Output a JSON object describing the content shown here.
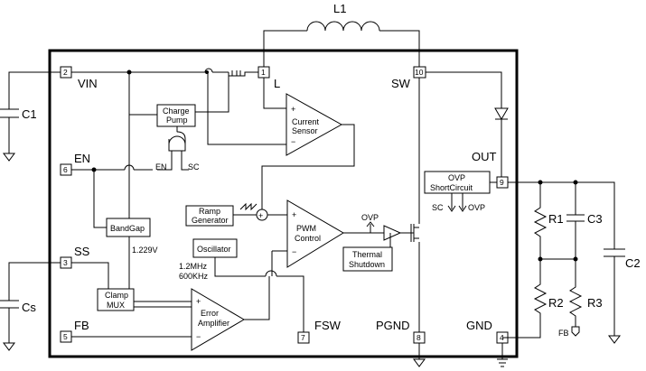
{
  "components": {
    "inductor": "L1",
    "c_in": "C1",
    "c_ss": "Cs",
    "r1": "R1",
    "r2": "R2",
    "r3": "R3",
    "c3": "C3",
    "c2": "C2"
  },
  "pins": {
    "vin": {
      "num": "2",
      "name": "VIN"
    },
    "l": {
      "num": "1",
      "name": "L"
    },
    "sw": {
      "num": "10",
      "name": "SW"
    },
    "en": {
      "num": "6",
      "name": "EN"
    },
    "ss": {
      "num": "3",
      "name": "SS"
    },
    "fb": {
      "num": "5",
      "name": "FB"
    },
    "fsw": {
      "num": "7",
      "name": "FSW"
    },
    "pgnd": {
      "num": "8",
      "name": "PGND"
    },
    "out": {
      "num": "9",
      "name": "OUT"
    },
    "gnd": {
      "num": "4",
      "name": "GND"
    }
  },
  "blocks": {
    "charge_pump": [
      "Charge",
      "Pump"
    ],
    "current_sensor": [
      "Current",
      "Sensor"
    ],
    "ramp_generator": [
      "Ramp",
      "Generator"
    ],
    "pwm_control": [
      "PWM",
      "Control"
    ],
    "bandgap": "BandGap",
    "oscillator": "Oscillator",
    "thermal_shutdown": [
      "Thermal",
      "Shutdown"
    ],
    "clamp_mux": [
      "Clamp",
      "MUX"
    ],
    "error_amplifier": [
      "Error",
      "Amplifier"
    ],
    "ovp_short": [
      "OVP",
      "ShortCircuit"
    ]
  },
  "signals": {
    "en": "EN",
    "sc": "SC",
    "ovp": "OVP",
    "vref": "1.229V",
    "freq_high": "1.2MHz",
    "freq_low": "600KHz",
    "fb": "FB"
  },
  "symbols": {
    "plus": "+",
    "minus": "−"
  }
}
